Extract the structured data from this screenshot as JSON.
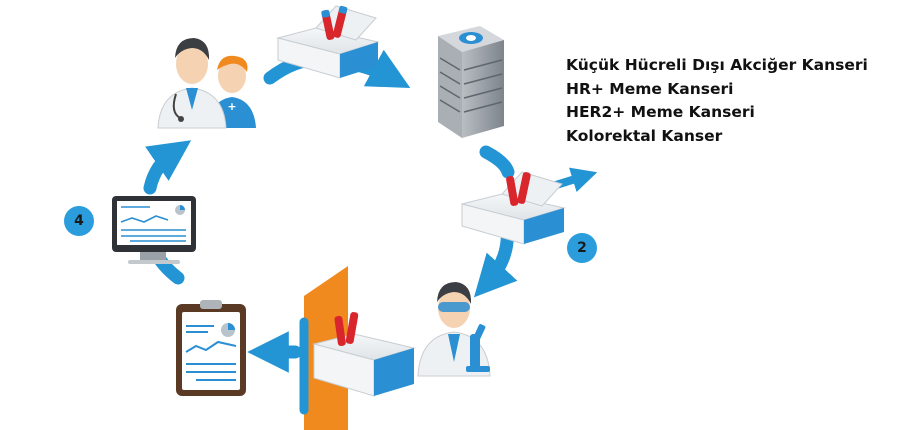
{
  "cancer_types": [
    "Küçük Hücreli Dışı Akciğer Kanseri",
    "HR+ Meme Kanseri",
    "HER2+ Meme Kanseri",
    "Kolorektal Kanser"
  ],
  "steps": {
    "two": "2",
    "four": "4"
  },
  "colors": {
    "arrow_blue": "#2394d4",
    "badge_blue": "#2b9ddd",
    "skin": "#f4d2b2",
    "shirt_blue": "#2a8fd3",
    "building_gray": "#8f969d",
    "orange_panel": "#f08a1e",
    "clipboard_brown": "#5b3a25"
  },
  "icons": [
    "doctor-patient-icon",
    "sample-box-icon",
    "lab-building-icon",
    "scientist-microscope-icon",
    "clipboard-report-icon",
    "monitor-report-icon"
  ]
}
